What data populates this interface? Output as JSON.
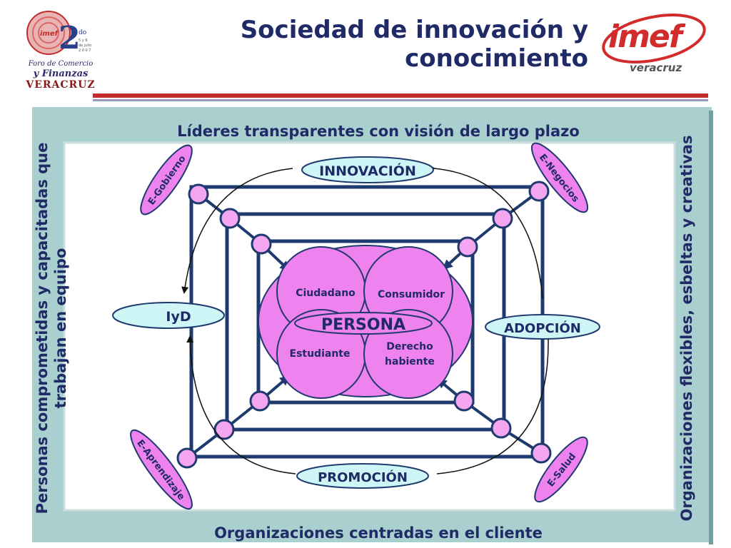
{
  "header": {
    "title_line1": "Sociedad de innovación y",
    "title_line2": "conocimiento"
  },
  "forum_logo": {
    "badge_number": "2",
    "badge_suffix": "do",
    "line1": "Foro de Comercio",
    "line2": "y Finanzas",
    "line3": "VERACRUZ",
    "small1": "5 y 6",
    "small2": "de julio",
    "small3": "2 0 0 7",
    "mini": "imef"
  },
  "imef_logo": {
    "word": "imef",
    "sub": "veracruz"
  },
  "frame_labels": {
    "top": "Líderes transparentes con visión de largo plazo",
    "bottom": "Organizaciones centradas en el cliente",
    "left_line1": "Personas comprometidas y capacitadas que",
    "left_line2": "trabajan en equipo",
    "right": "Organizaciones flexibles, esbeltas y creativas"
  },
  "cycle": {
    "top": "INNOVACIÓN",
    "right": "ADOPCIÓN",
    "bottom": "PROMOCIÓN",
    "left": "IyD"
  },
  "corners": {
    "top_left": "E-Gobierno",
    "top_right": "E-Negocios",
    "bottom_left": "E-Aprendizaje",
    "bottom_right": "E-Salud"
  },
  "center": {
    "main": "PERSONA",
    "q1": "Ciudadano",
    "q2": "Consumidor",
    "q3": "Estudiante",
    "q4_line1": "Derecho",
    "q4_line2": "habiente"
  },
  "colors": {
    "title": "#1f2a66",
    "accent_red": "#c22b2b",
    "frame_bg": "#a9cfcf",
    "navy": "#1f3a6e",
    "pink": "#ee82ee",
    "pink_light": "#f4a6f0",
    "cyan_pill": "#cff6f6"
  }
}
